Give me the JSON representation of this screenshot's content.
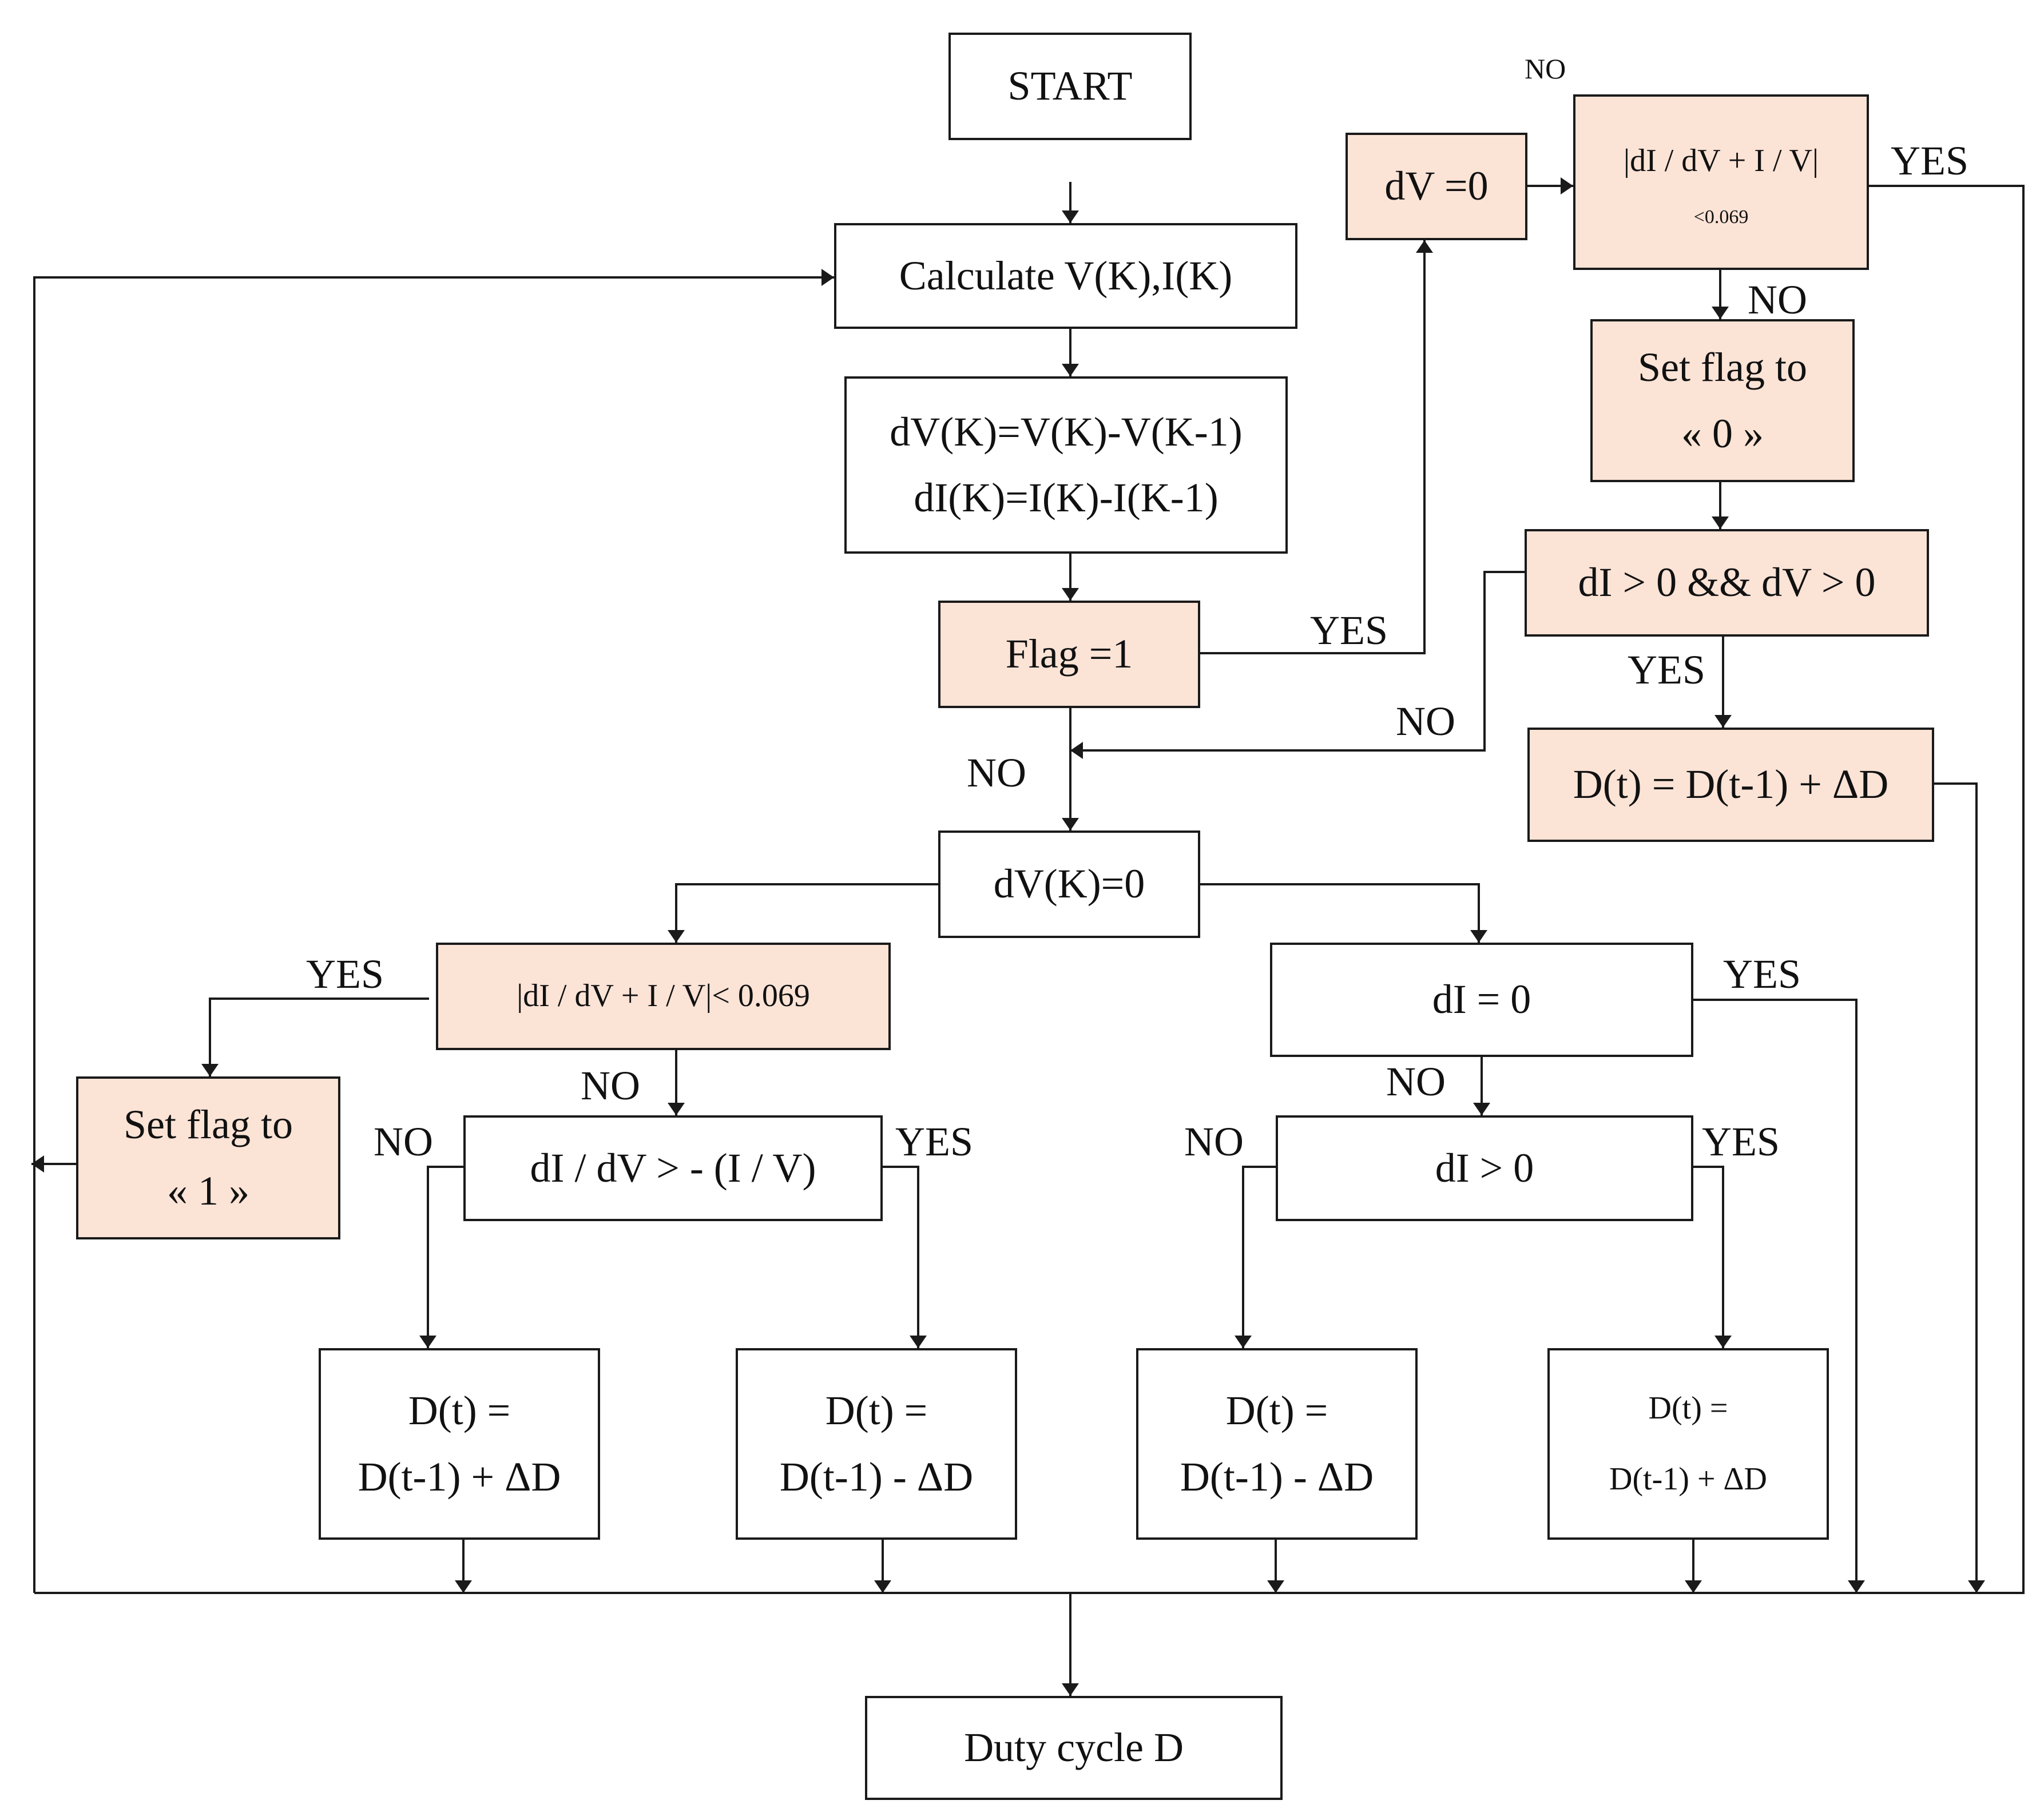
{
  "colors": {
    "decision_fill": "#fbe3d6",
    "line": "#1a1a1a",
    "text": "#111111"
  },
  "nodes": {
    "start": "START",
    "calc_vi": "Calculate V(K),I(K)",
    "delta_v": "dV(K)=V(K)-V(K-1)",
    "delta_i": "dI(K)=I(K)-I(K-1)",
    "flag_check": "Flag =1",
    "dv_zero_top": "dV =0",
    "top_cond_line1": "|dI / dV + I / V|",
    "top_cond_line2": "<0.069",
    "set_flag0_line1": "Set flag to",
    "set_flag0_line2": "« 0 »",
    "di_dv_positive": "dI > 0 && dV > 0",
    "d_increase_top": "D(t) = D(t-1) + ΔD",
    "dvk_zero": "dV(K)=0",
    "left_cond": "|dI / dV + I / V|< 0.069",
    "set_flag1_line1": "Set flag to",
    "set_flag1_line2": "« 1 »",
    "slope_cond": "dI / dV > - (I / V)",
    "di_zero": "dI = 0",
    "di_positive": "dI > 0",
    "d_eq_line1": "D(t) =",
    "d_plus": "D(t-1) + ΔD",
    "d_minus": "D(t-1) - ΔD",
    "duty": "Duty cycle D"
  },
  "labels": {
    "yes": "YES",
    "no": "NO"
  }
}
